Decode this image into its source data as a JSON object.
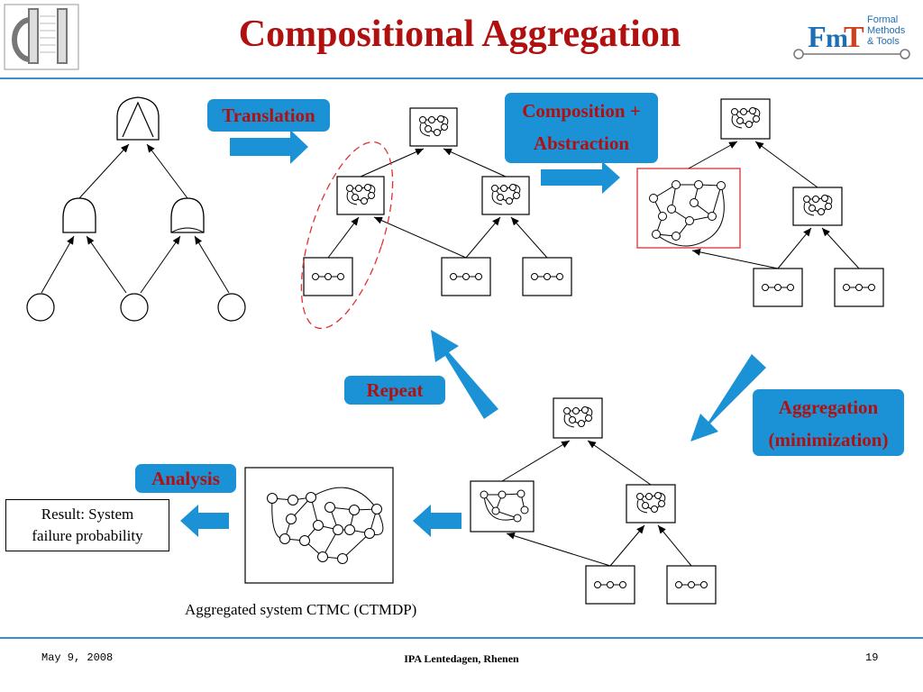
{
  "slide": {
    "title": "Compositional Aggregation",
    "labels": {
      "translation": "Translation",
      "composition_line1": "Composition +",
      "composition_line2": "Abstraction",
      "aggregation_line1": "Aggregation",
      "aggregation_line2": "(minimization)",
      "repeat": "Repeat",
      "analysis": "Analysis"
    },
    "result_line1": "Result: System",
    "result_line2": "failure probability",
    "caption": "Aggregated system CTMC (CTMDP)",
    "logo": {
      "mark": "FmT",
      "line1": "Formal",
      "line2": "Methods",
      "line3": "& Tools"
    },
    "colors": {
      "accent_blue": "#1c92d6",
      "title_red": "#b01010",
      "highlight_red": "#e03030"
    }
  },
  "footer": {
    "date": "May 9, 2008",
    "event": "IPA Lentedagen, Rhenen",
    "page": "19"
  }
}
